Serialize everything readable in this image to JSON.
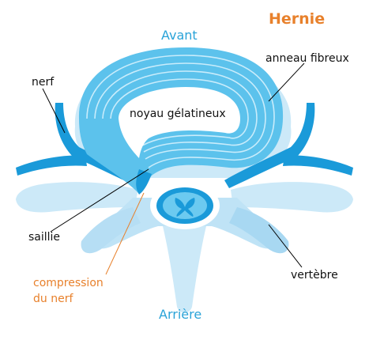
{
  "title": "Hernie",
  "labels": {
    "front": "Avant",
    "back": "Arrière",
    "nerve": "nerf",
    "annulus": "anneau fibreux",
    "nucleus": "noyau gélatineux",
    "protrusion": "saillie",
    "compression_line1": "compression",
    "compression_line2": "du nerf",
    "vertebra": "vertèbre"
  },
  "colors": {
    "title": "#e8812c",
    "orientation_labels": "#2aa3d8",
    "bone_light": "#cce9f8",
    "bone_mid": "#a8d8f2",
    "disc": "#5cc2ec",
    "nerve": "#1a9ad9",
    "compression_annotation": "#e8812c"
  }
}
